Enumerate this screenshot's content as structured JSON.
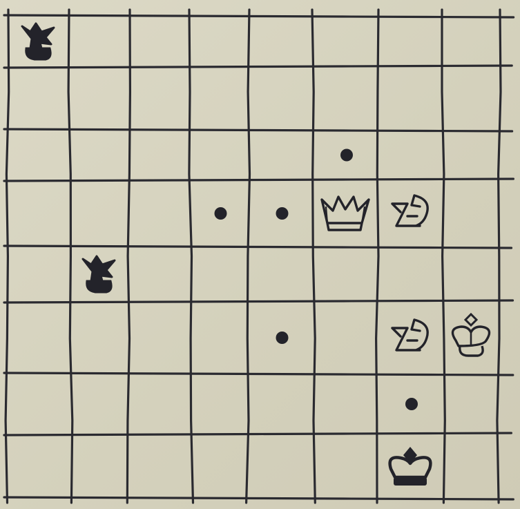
{
  "board": {
    "files": 8,
    "ranks": 8,
    "paper_color": "#d6d3bf",
    "line_color": "#2a2a30",
    "piece_color": "#23232a"
  },
  "pieces": [
    {
      "id": "black-knight-a8",
      "piece": "knight",
      "color": "black",
      "square": "a8"
    },
    {
      "id": "black-knight-b4",
      "piece": "knight",
      "color": "black",
      "square": "b4"
    },
    {
      "id": "white-queen-f5",
      "piece": "queen",
      "color": "white",
      "square": "f5"
    },
    {
      "id": "white-knight-g5",
      "piece": "knight",
      "color": "white",
      "square": "g5"
    },
    {
      "id": "white-knight-g3",
      "piece": "knight",
      "color": "white",
      "square": "g3"
    },
    {
      "id": "white-king-h3",
      "piece": "king",
      "color": "white",
      "square": "h3"
    },
    {
      "id": "black-king-g1",
      "piece": "king",
      "color": "black",
      "square": "g1"
    }
  ],
  "markers": [
    {
      "id": "dot-f6",
      "square": "f6"
    },
    {
      "id": "dot-d5",
      "square": "d5"
    },
    {
      "id": "dot-e5",
      "square": "e5"
    },
    {
      "id": "dot-e3",
      "square": "e3"
    },
    {
      "id": "dot-g2",
      "square": "g2"
    }
  ]
}
